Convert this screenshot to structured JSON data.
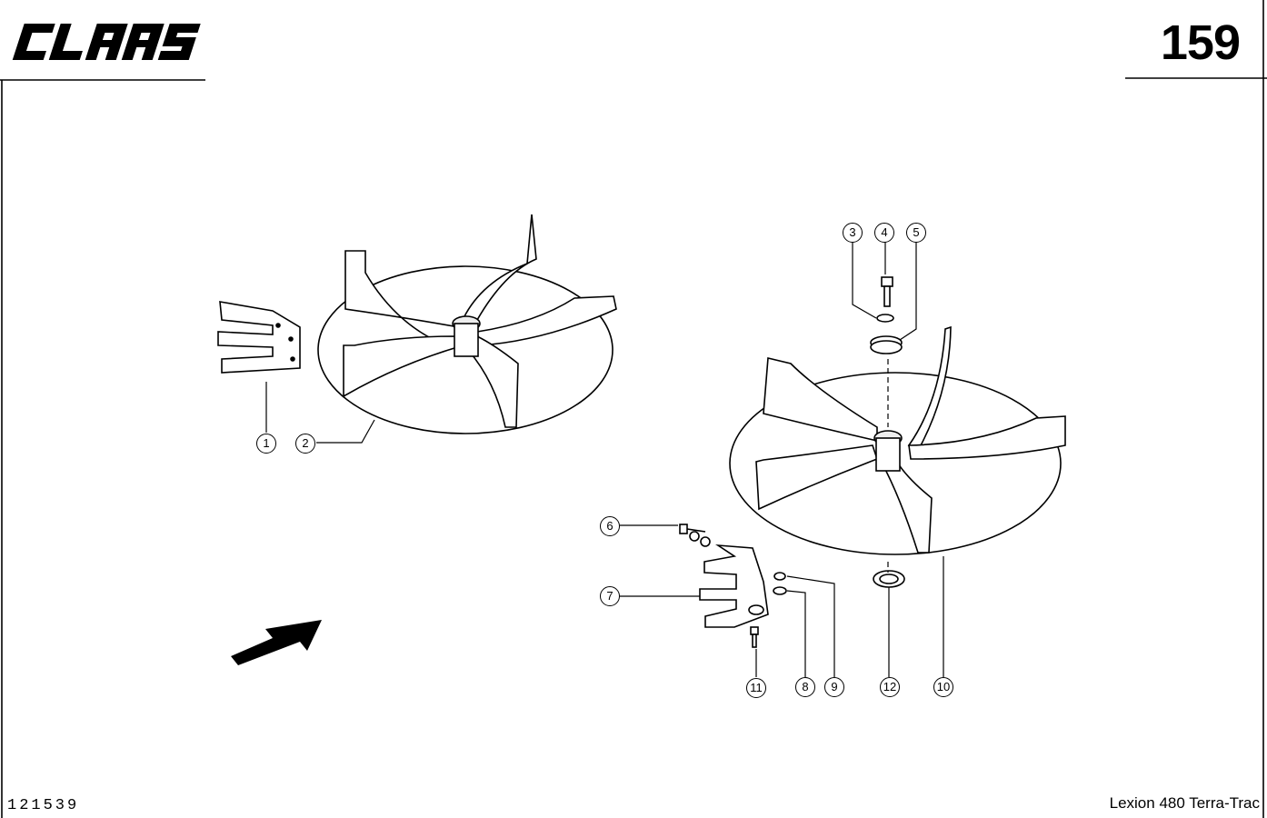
{
  "header": {
    "brand": "CLAAS",
    "page_number": "159"
  },
  "footer": {
    "document_number": "121539",
    "model": "Lexion 480 Terra-Trac"
  },
  "diagram": {
    "callouts": [
      "1",
      "2",
      "3",
      "4",
      "5",
      "6",
      "7",
      "8",
      "9",
      "10",
      "11",
      "12"
    ],
    "direction_icon": "arrow-icon"
  }
}
